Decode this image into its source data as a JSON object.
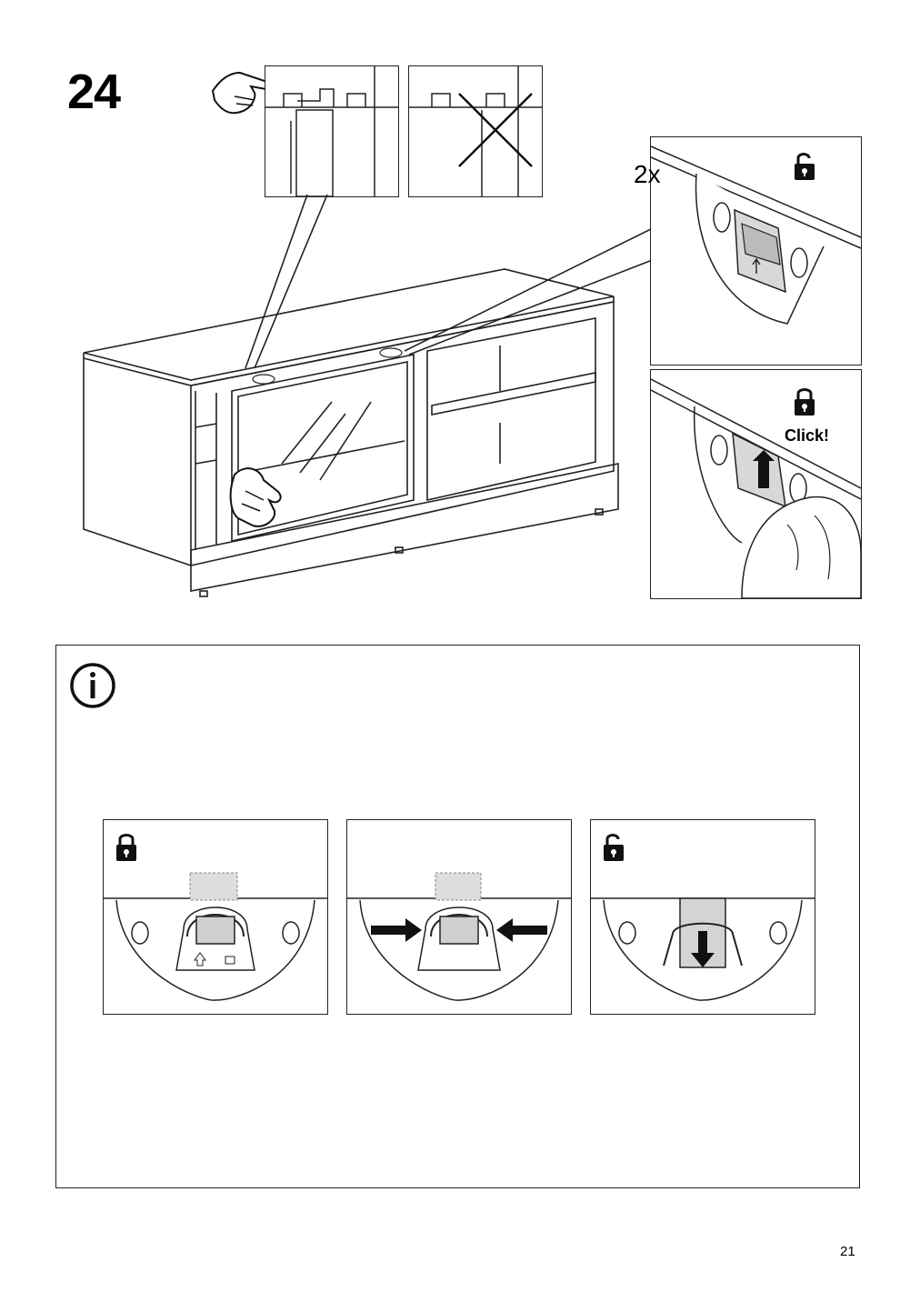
{
  "step": {
    "number": "24"
  },
  "callout": {
    "multiplier": "2x",
    "click_label": "Click!"
  },
  "info": {
    "icon": "info-icon"
  },
  "lock_states": [
    "locked-icon",
    "press-arrows-icon",
    "unlocked-icon"
  ],
  "page": {
    "number": "21"
  }
}
